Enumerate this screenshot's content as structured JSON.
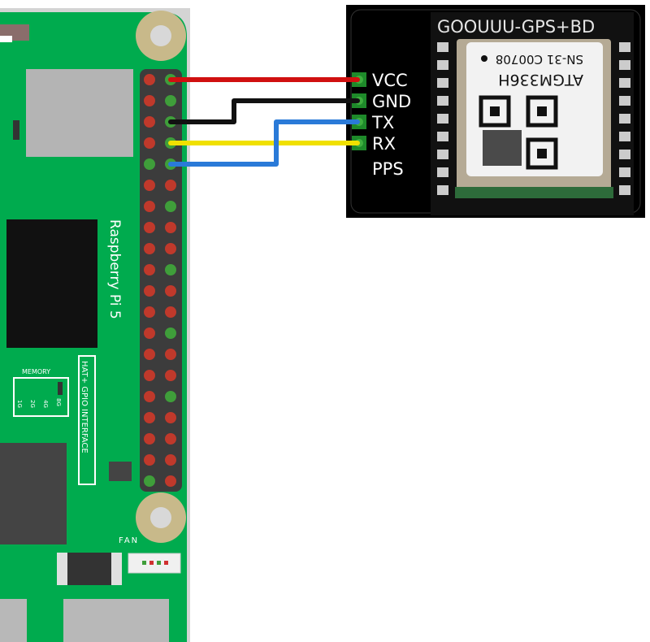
{
  "board": {
    "name": "Raspberry Pi 5",
    "gpio_label": "HAT+ GPIO INTERFACE",
    "memory_label": "MEMORY",
    "memory_options": [
      "1G",
      "2G",
      "4G",
      "8G"
    ],
    "fan_label": "FAN",
    "colors": {
      "pcb": "#00ab4e",
      "header": "#3c3c3c",
      "pin_red": "#c0392b",
      "pin_green": "#3f9e3a"
    },
    "header_pins": [
      [
        "r",
        "g"
      ],
      [
        "r",
        "g"
      ],
      [
        "r",
        "g"
      ],
      [
        "r",
        "g"
      ],
      [
        "g",
        "g"
      ],
      [
        "r",
        "r"
      ],
      [
        "r",
        "g"
      ],
      [
        "r",
        "r"
      ],
      [
        "r",
        "r"
      ],
      [
        "r",
        "g"
      ],
      [
        "r",
        "r"
      ],
      [
        "r",
        "r"
      ],
      [
        "r",
        "g"
      ],
      [
        "r",
        "r"
      ],
      [
        "r",
        "r"
      ],
      [
        "r",
        "g"
      ],
      [
        "r",
        "r"
      ],
      [
        "r",
        "r"
      ],
      [
        "r",
        "r"
      ],
      [
        "g",
        "r"
      ]
    ]
  },
  "module": {
    "title": "GOOUUU-GPS+BD",
    "chip_line1": "SN-31 C00708",
    "chip_line2": "ATGM336H",
    "pins": [
      "VCC",
      "GND",
      "TX",
      "RX",
      "PPS"
    ]
  },
  "wires": [
    {
      "name": "vcc-wire",
      "color": "#d01010"
    },
    {
      "name": "gnd-wire",
      "color": "#111111"
    },
    {
      "name": "rx-wire",
      "color": "#f0e000"
    },
    {
      "name": "tx-wire",
      "color": "#2a7ad8"
    }
  ]
}
